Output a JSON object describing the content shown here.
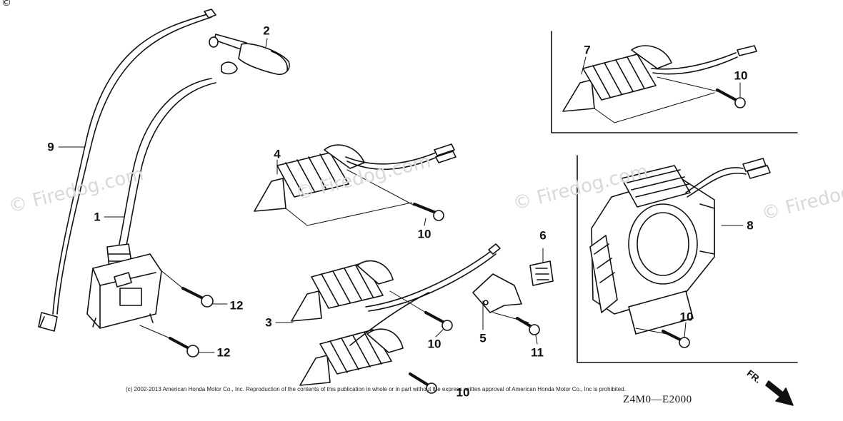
{
  "callouts": {
    "c1": "1",
    "c2": "2",
    "c3": "3",
    "c4": "4",
    "c5": "5",
    "c6": "6",
    "c7": "7",
    "c8": "8",
    "c9": "9",
    "c10a": "10",
    "c10b": "10",
    "c10c": "10",
    "c10d": "10",
    "c10e": "10",
    "c11": "11",
    "c12a": "12",
    "c12b": "12"
  },
  "watermarks": {
    "w1": "© Firedog.com",
    "w2": "© Firedog.com",
    "w3": "© Firedog.com",
    "w4": "© Firedog.com"
  },
  "copyright": "(c) 2002-2013 American Honda Motor Co., Inc. Reproduction of the contents of this publication in whole or in part without the express written approval of American Honda Motor Co., Inc is prohibited.",
  "diagram_code": "Z4M0—E2000",
  "direction_label": "FR.",
  "corner_marks": {
    "tl": "©"
  }
}
